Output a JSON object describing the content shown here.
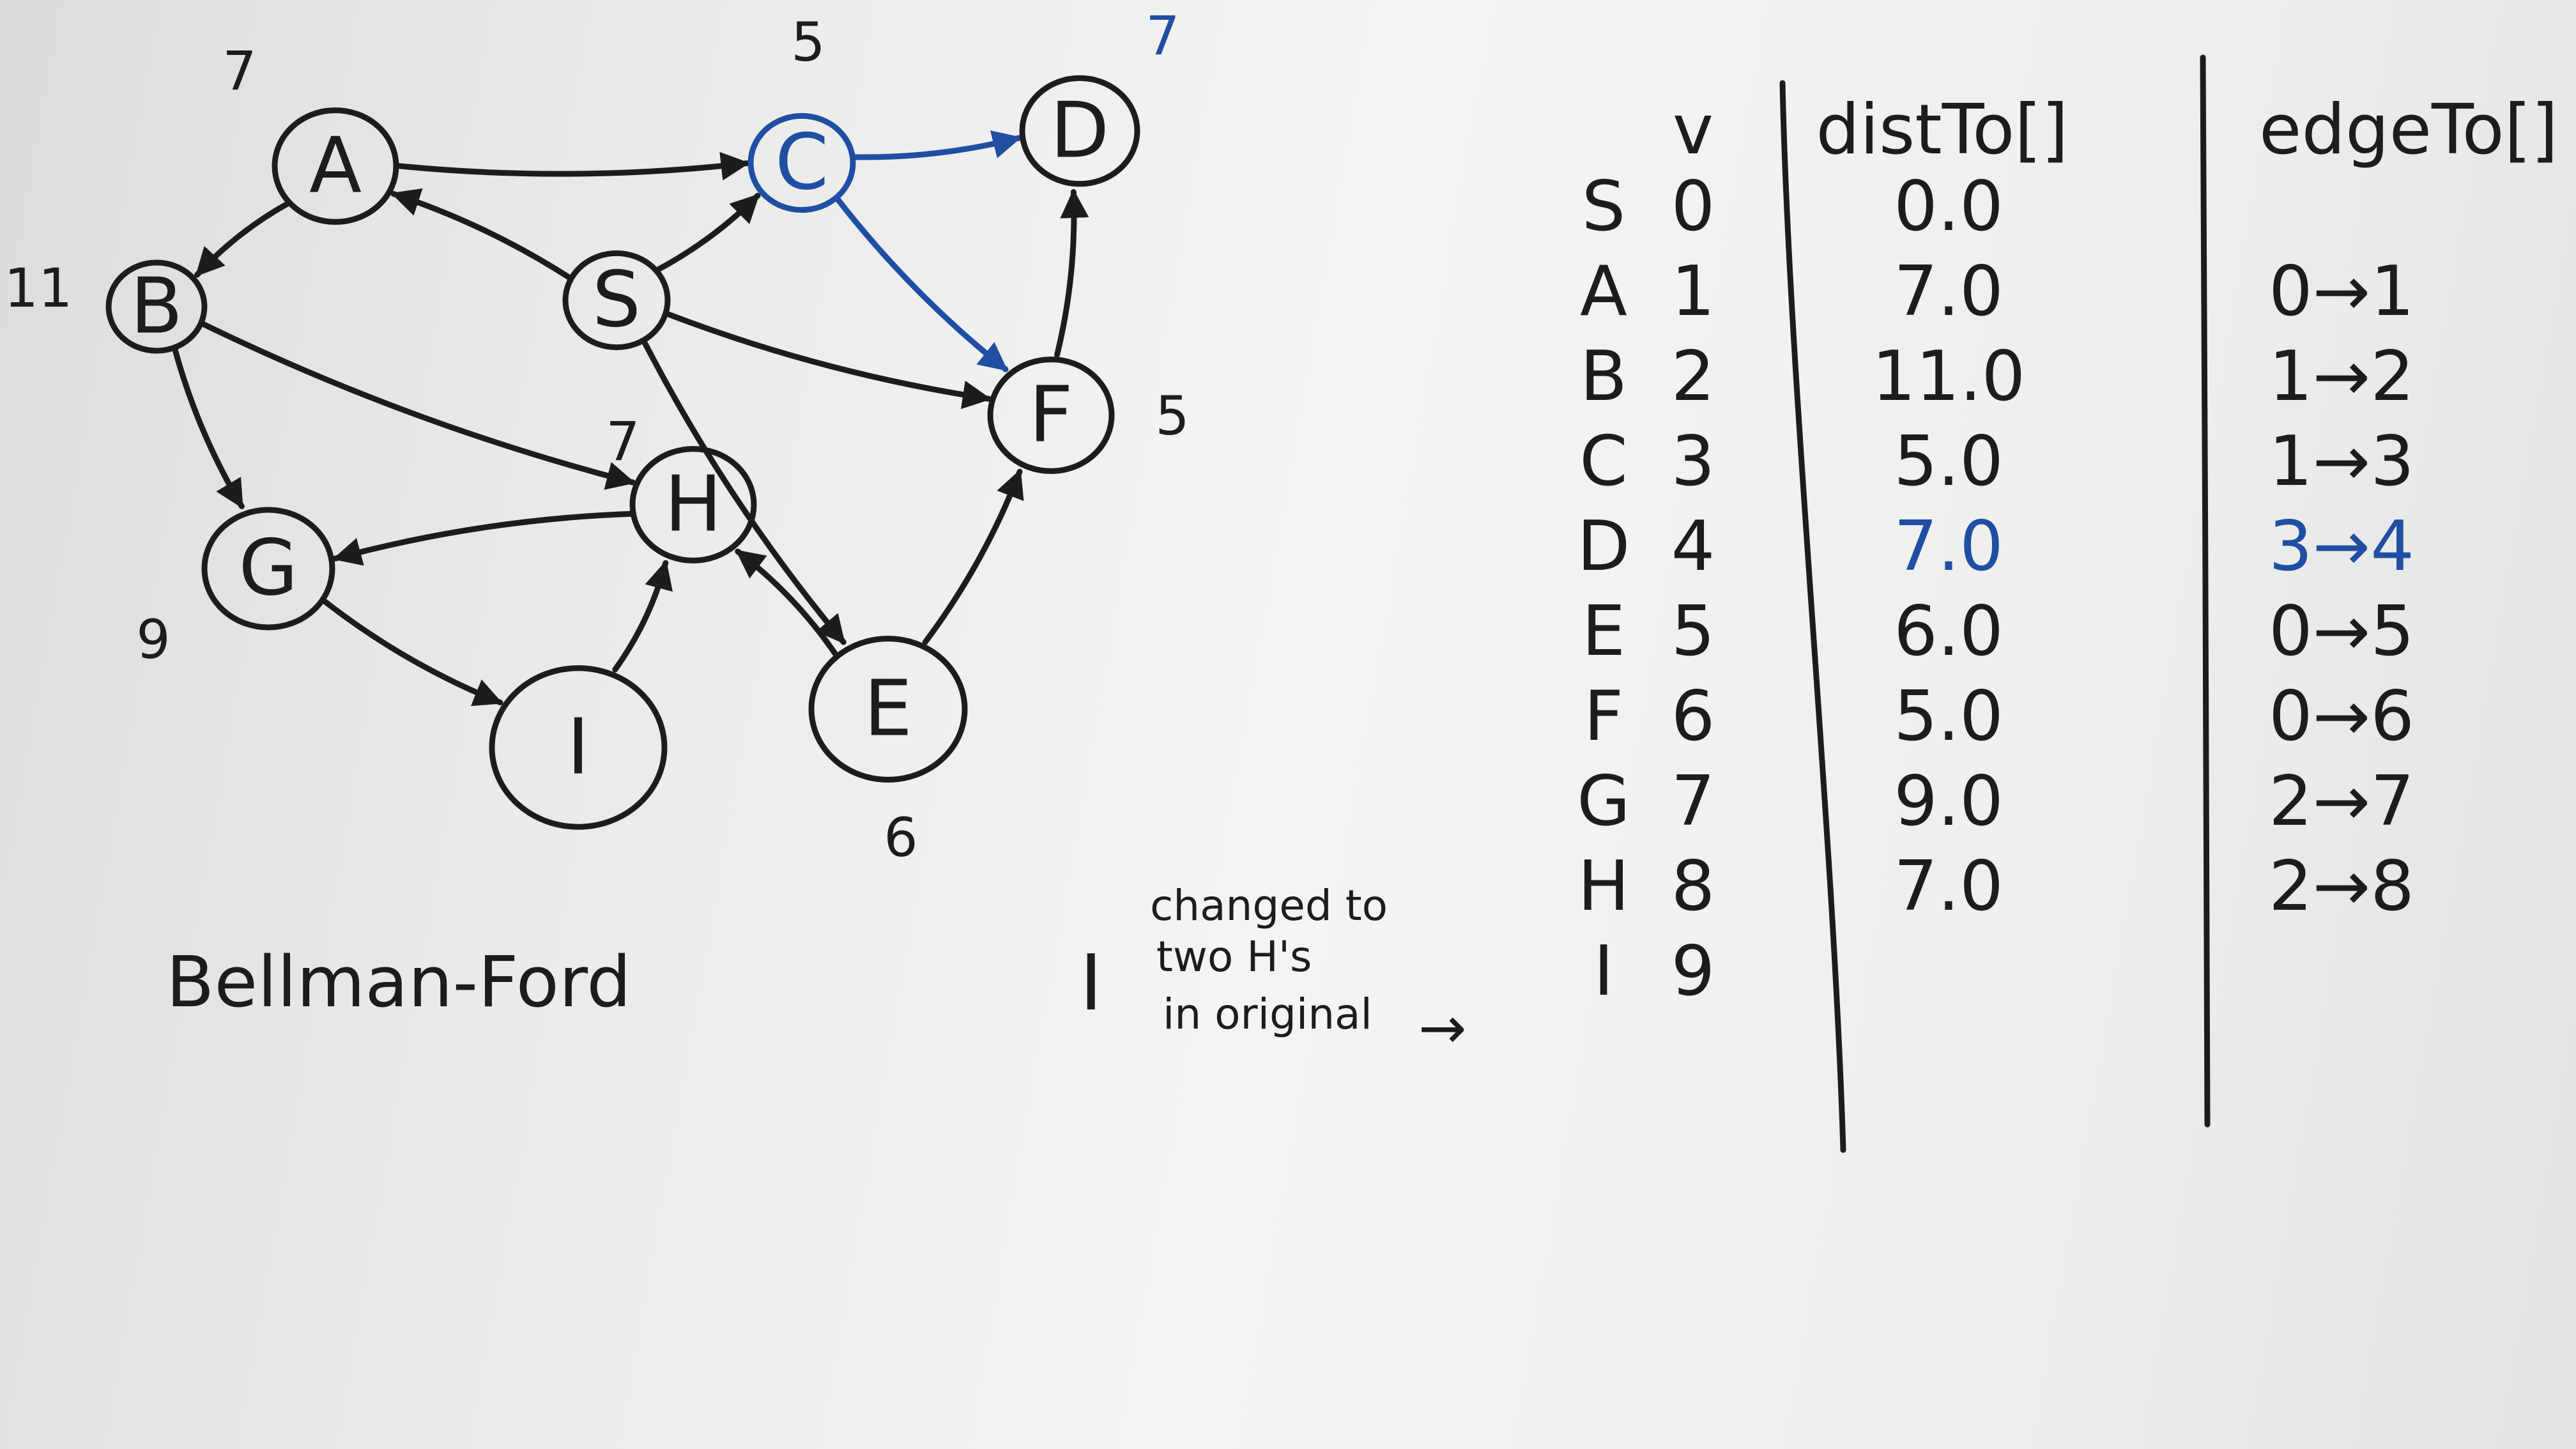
{
  "graph": {
    "nodes": [
      {
        "id": "A",
        "label": "A",
        "dist": "7"
      },
      {
        "id": "B",
        "label": "B",
        "dist": "11"
      },
      {
        "id": "C",
        "label": "C",
        "dist": "5",
        "highlight": true
      },
      {
        "id": "D",
        "label": "D",
        "dist": "7",
        "dist_highlight": true
      },
      {
        "id": "S",
        "label": "S",
        "dist": ""
      },
      {
        "id": "F",
        "label": "F",
        "dist": "5"
      },
      {
        "id": "H",
        "label": "H",
        "dist": "7"
      },
      {
        "id": "G",
        "label": "G",
        "dist": "9"
      },
      {
        "id": "I",
        "label": "I",
        "dist": ""
      },
      {
        "id": "E",
        "label": "E",
        "dist": "6"
      }
    ],
    "edges": [
      {
        "from": "A",
        "to": "C"
      },
      {
        "from": "A",
        "to": "B"
      },
      {
        "from": "S",
        "to": "A"
      },
      {
        "from": "S",
        "to": "C"
      },
      {
        "from": "S",
        "to": "F"
      },
      {
        "from": "S",
        "to": "E"
      },
      {
        "from": "B",
        "to": "G"
      },
      {
        "from": "B",
        "to": "H"
      },
      {
        "from": "H",
        "to": "G"
      },
      {
        "from": "G",
        "to": "I"
      },
      {
        "from": "I",
        "to": "H"
      },
      {
        "from": "E",
        "to": "H"
      },
      {
        "from": "E",
        "to": "F"
      },
      {
        "from": "F",
        "to": "D"
      },
      {
        "from": "C",
        "to": "D",
        "highlight": true
      },
      {
        "from": "C",
        "to": "F",
        "highlight": true
      }
    ]
  },
  "title": "Bellman-Ford",
  "note": {
    "letter": "I",
    "line1": "changed to",
    "line2": "two H's",
    "line3": "in original",
    "arrow": "→"
  },
  "table": {
    "headers": {
      "v": "v",
      "dist": "distTo[]",
      "edge": "edgeTo[]"
    },
    "rows": [
      {
        "name": "S",
        "v": "0",
        "dist": "0.0",
        "edge": ""
      },
      {
        "name": "A",
        "v": "1",
        "dist": "7.0",
        "edge": "0→1"
      },
      {
        "name": "B",
        "v": "2",
        "dist": "11.0",
        "edge": "1→2"
      },
      {
        "name": "C",
        "v": "3",
        "dist": "5.0",
        "edge": "1→3"
      },
      {
        "name": "D",
        "v": "4",
        "dist": "7.0",
        "edge": "3→4",
        "highlight": true
      },
      {
        "name": "E",
        "v": "5",
        "dist": "6.0",
        "edge": "0→5"
      },
      {
        "name": "F",
        "v": "6",
        "dist": "5.0",
        "edge": "0→6"
      },
      {
        "name": "G",
        "v": "7",
        "dist": "9.0",
        "edge": "2→7"
      },
      {
        "name": "H",
        "v": "8",
        "dist": "7.0",
        "edge": "2→8"
      },
      {
        "name": "I",
        "v": "9",
        "dist": "",
        "edge": ""
      }
    ]
  },
  "colors": {
    "ink": "#1c1c1c",
    "blue": "#1f4ea3",
    "board": "#eeefed"
  }
}
